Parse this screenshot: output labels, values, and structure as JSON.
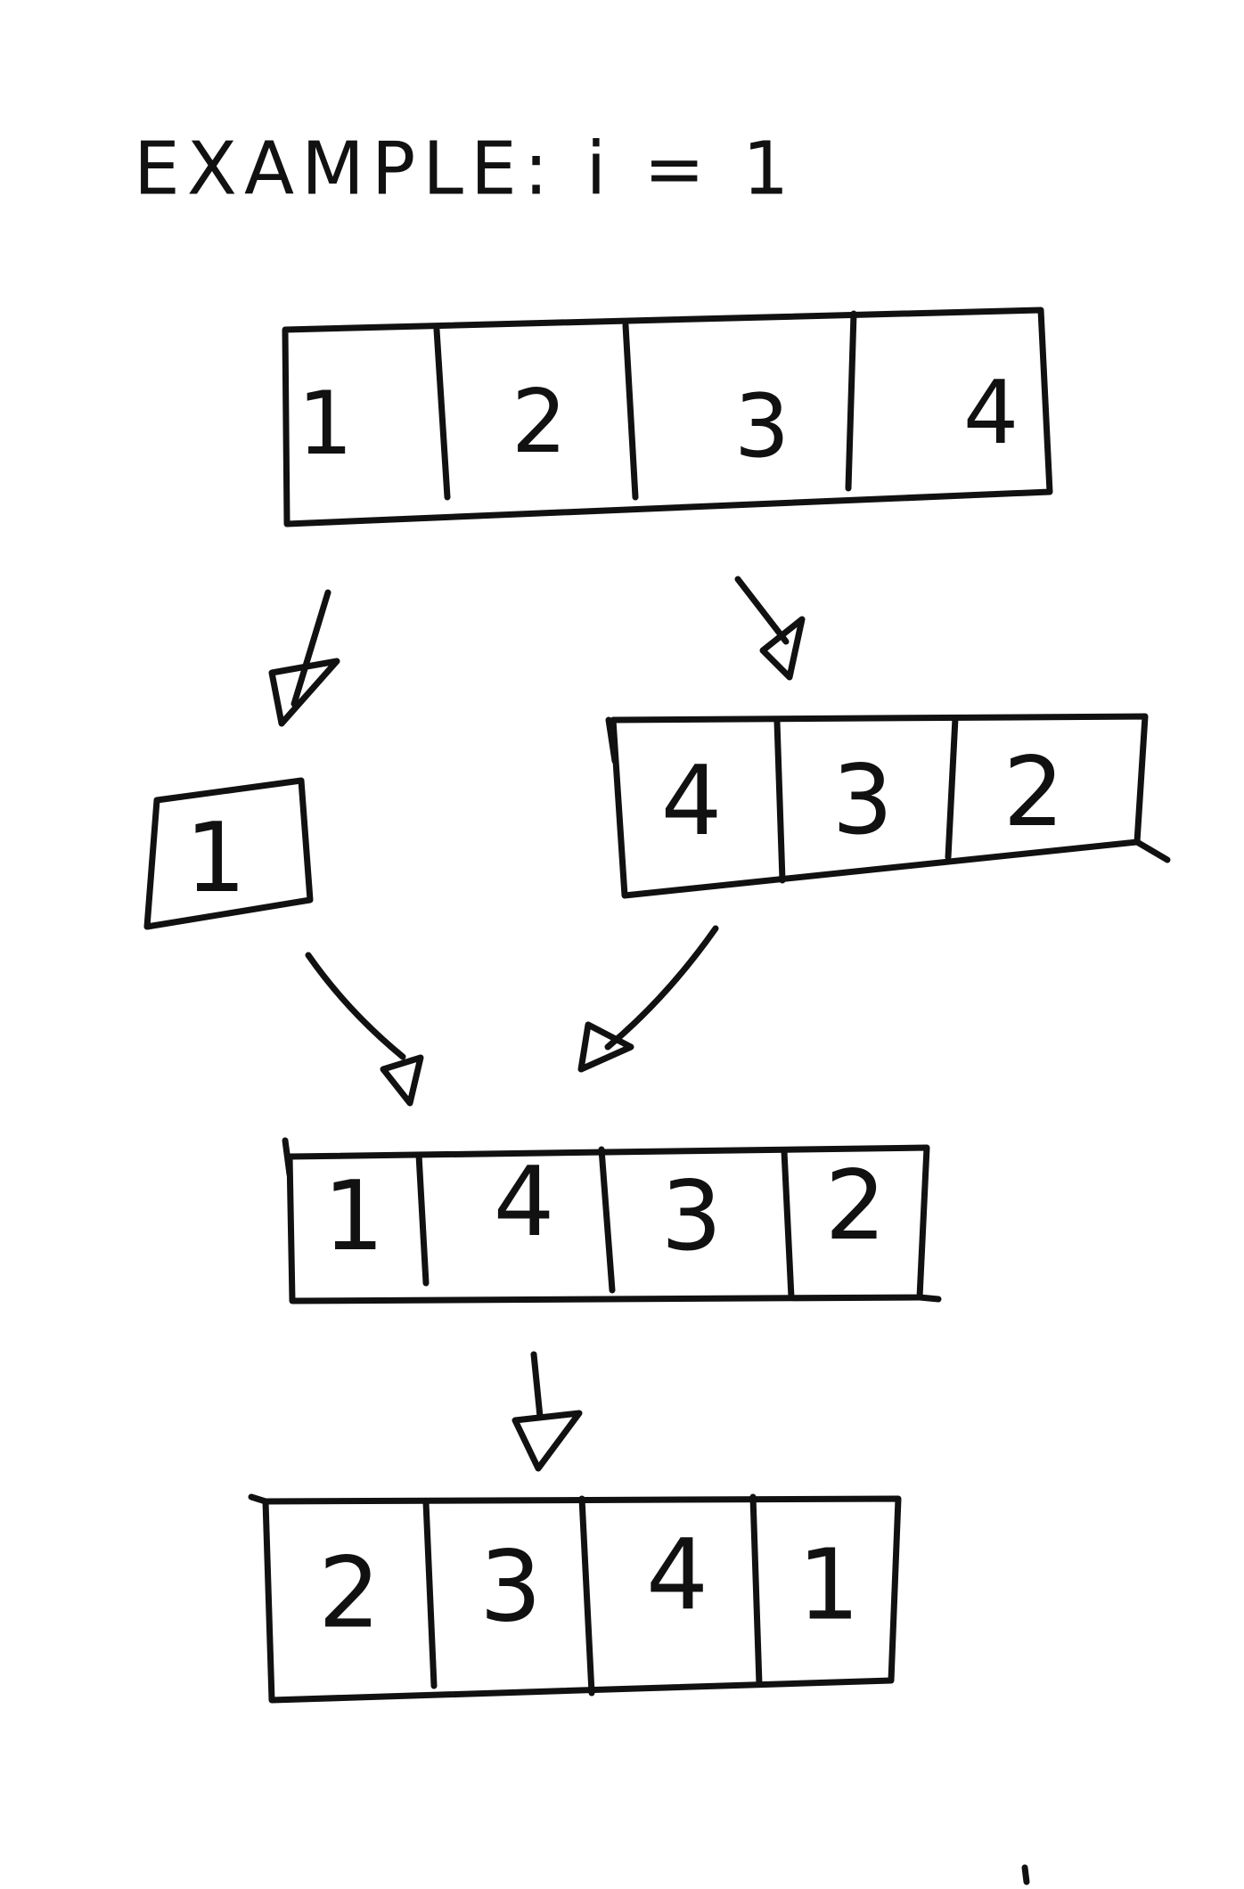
{
  "title": "EXAMPLE: i = 1",
  "colors": {
    "ink": "#111111",
    "background": "#ffffff"
  },
  "arrays": {
    "original": [
      "1",
      "2",
      "3",
      "4"
    ],
    "left_part": [
      "1"
    ],
    "reversed_right": [
      "4",
      "3",
      "2"
    ],
    "combined": [
      "1",
      "4",
      "3",
      "2"
    ],
    "result": [
      "2",
      "3",
      "4",
      "1"
    ]
  }
}
